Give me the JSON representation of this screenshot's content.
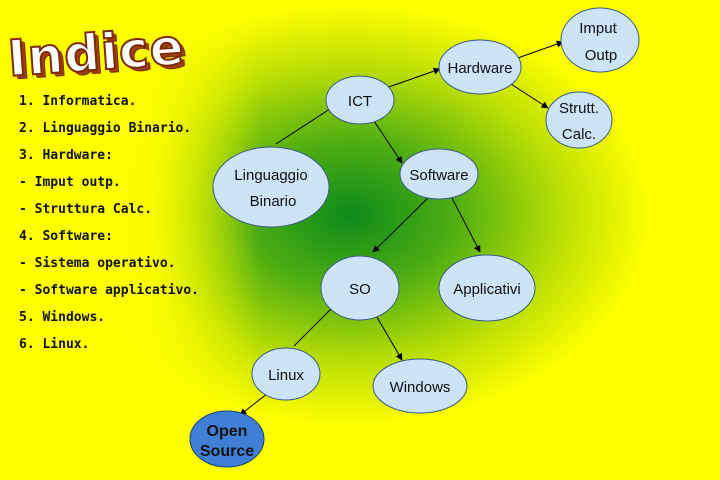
{
  "title": "Indice",
  "index": [
    "1. Informatica.",
    "2. Linguaggio Binario.",
    "3. Hardware:",
    "- Imput outp.",
    "- Struttura Calc.",
    "4. Software:",
    "- Sistema operativo.",
    "- Software applicativo.",
    "5. Windows.",
    "6. Linux."
  ],
  "nodes": {
    "ict": "ICT",
    "hardware": "Hardware",
    "imput_line1": "Imput",
    "imput_line2": "Outp",
    "strutt_line1": "Strutt.",
    "strutt_line2": "Calc.",
    "linguaggio_line1": "Linguaggio",
    "linguaggio_line2": "Binario",
    "software": "Software",
    "so": "SO",
    "applicativi": "Applicativi",
    "linux": "Linux",
    "windows": "Windows",
    "open_line1": "Open",
    "open_line2": "Source"
  },
  "colors": {
    "node_fill": "#cde3f8",
    "node_stroke": "#3a5a8a",
    "open_source_fill": "#3f7fd6",
    "background_center": "#0c8a1a",
    "background_edge": "#ffff00"
  }
}
